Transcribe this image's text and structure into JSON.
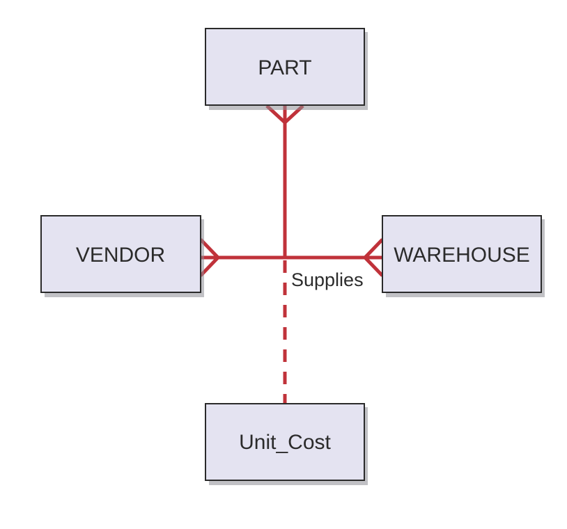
{
  "diagram": {
    "entities": {
      "part": "PART",
      "vendor": "VENDOR",
      "warehouse": "WAREHOUSE",
      "unit_cost": "Unit_Cost"
    },
    "relationship": {
      "label": "Supplies"
    },
    "colors": {
      "relationship_line": "#c0323a",
      "entity_fill": "#e4e3f1",
      "entity_border": "#2a2a2a"
    }
  }
}
